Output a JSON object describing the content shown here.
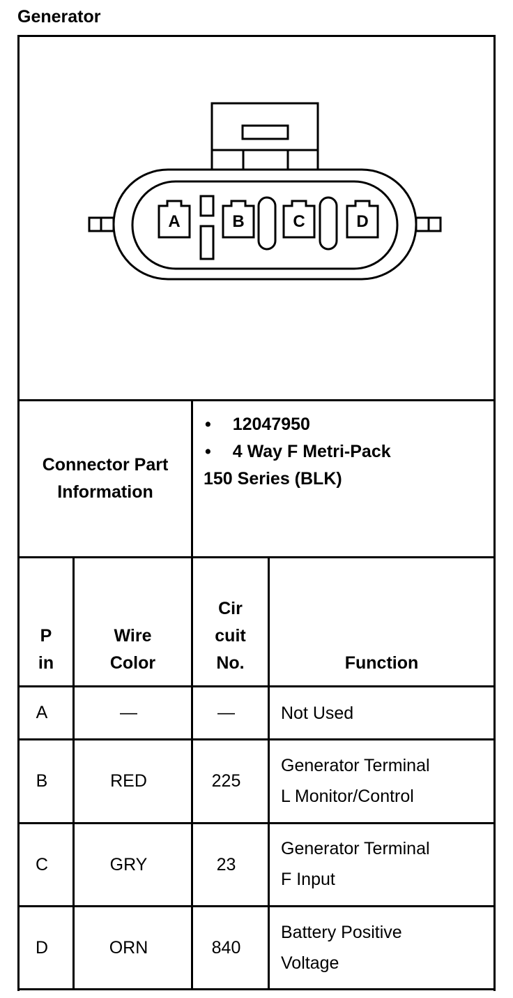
{
  "title": "Generator",
  "connector": {
    "pin_labels": [
      "A",
      "B",
      "C",
      "D"
    ]
  },
  "info": {
    "label_line1": "Connector Part",
    "label_line2": "Information",
    "bullet_symbol": "•",
    "part_number": "12047950",
    "description": "4 Way F Metri-Pack",
    "series": "150 Series (BLK)"
  },
  "table": {
    "headers": {
      "pin": [
        "P",
        "in"
      ],
      "wire_color": [
        "Wire",
        "Color"
      ],
      "circuit_no": [
        "Cir",
        "cuit",
        "No."
      ],
      "function": "Function"
    },
    "rows": [
      {
        "pin": "A",
        "color": "—",
        "circuit": "—",
        "function": [
          "Not Used"
        ]
      },
      {
        "pin": "B",
        "color": "RED",
        "circuit": "225",
        "function": [
          "Generator Terminal",
          "L Monitor/Control"
        ]
      },
      {
        "pin": "C",
        "color": "GRY",
        "circuit": "23",
        "function": [
          "Generator Terminal",
          "F Input"
        ]
      },
      {
        "pin": "D",
        "color": "ORN",
        "circuit": "840",
        "function": [
          "Battery Positive",
          "Voltage"
        ]
      }
    ]
  }
}
